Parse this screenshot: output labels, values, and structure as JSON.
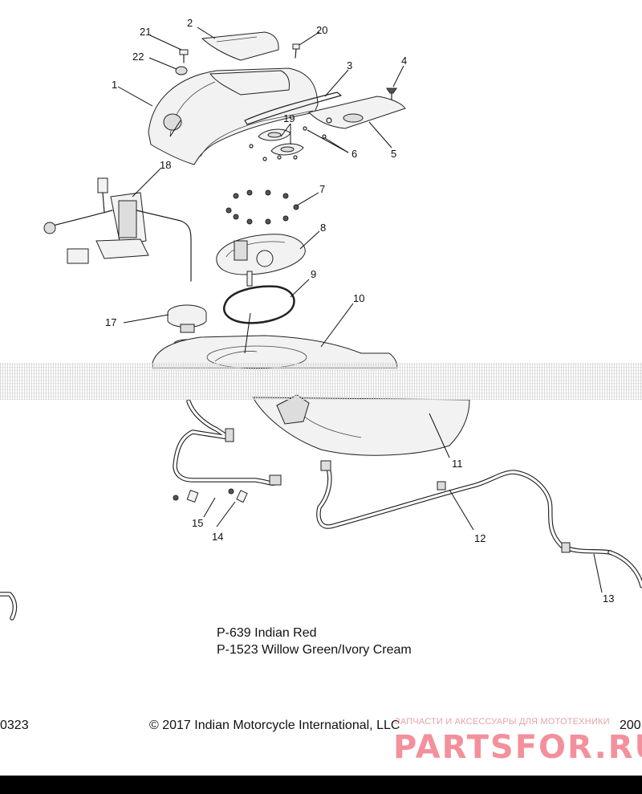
{
  "callouts": [
    "1",
    "2",
    "3",
    "4",
    "5",
    "6",
    "7",
    "8",
    "9",
    "10",
    "11",
    "12",
    "13",
    "14",
    "15",
    "17",
    "18",
    "19",
    "20",
    "21",
    "22"
  ],
  "notes": {
    "line1": "P-639  Indian Red",
    "line2": "P-1523 Willow Green/Ivory Cream"
  },
  "footer": {
    "left_code": "0323",
    "copyright": "© 2017 Indian Motorcycle International, LLC",
    "right_code": "200"
  },
  "watermark": {
    "tagline": "ЗАПЧАСТИ И АКСЕССУАРЫ ДЛЯ МОТОТЕХНИКИ",
    "brand": "PARTSFOR.RU",
    "color": "#ef6c7a"
  }
}
